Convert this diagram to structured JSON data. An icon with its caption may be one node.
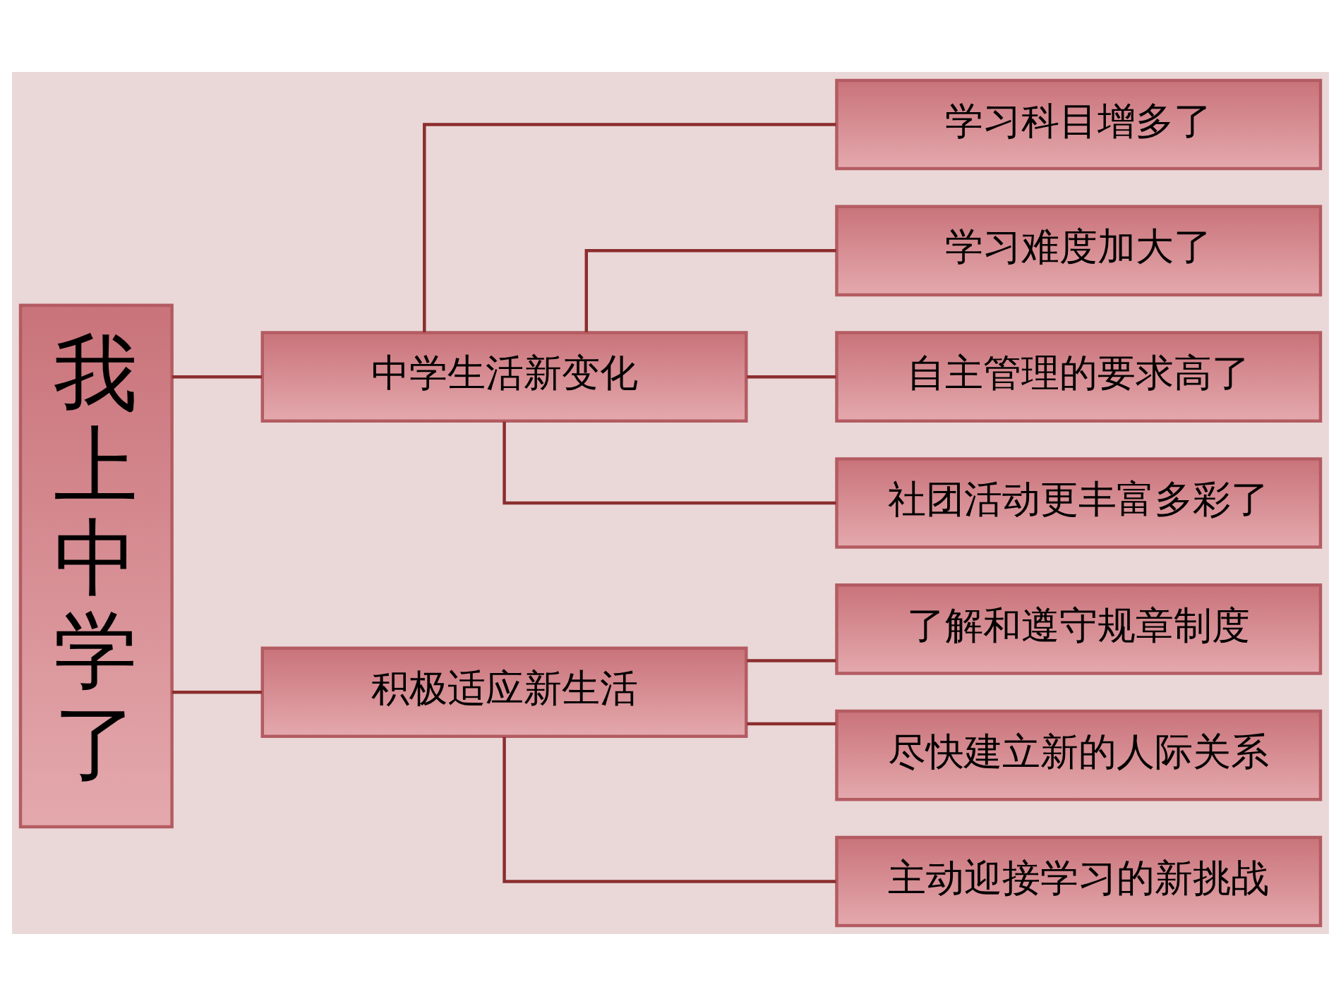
{
  "diagram": {
    "nodes": [
      {
        "text": [
          "我上中学了"
        ]
      },
      {
        "text": [
          "中学生活新变化"
        ]
      },
      {
        "text": [
          "学习科目增多了"
        ]
      },
      {
        "text": [
          "学习难度加大了"
        ]
      },
      {
        "text": [
          "自主管理的要求高了"
        ]
      },
      {
        "text": [
          "社团活动更丰富多彩了"
        ]
      },
      {
        "text": [
          "积极适应新生活"
        ]
      },
      {
        "text": [
          "了解和遵守规章制度"
        ]
      },
      {
        "text": [
          "尽快建立新的人际关系"
        ]
      },
      {
        "text": [
          "主动迎接学习的新挑战"
        ]
      }
    ],
    "edges": [
      {
        "from": 0,
        "to": 1,
        "arrow": "none"
      },
      {
        "from": 0,
        "to": 6,
        "arrow": "none"
      },
      {
        "from": 1,
        "to": 2,
        "arrow": "none"
      },
      {
        "from": 1,
        "to": 3,
        "arrow": "none"
      },
      {
        "from": 1,
        "to": 4,
        "arrow": "none"
      },
      {
        "from": 1,
        "to": 5,
        "arrow": "none"
      },
      {
        "from": 6,
        "to": 7,
        "arrow": "none"
      },
      {
        "from": 6,
        "to": 8,
        "arrow": "none"
      },
      {
        "from": 6,
        "to": 9,
        "arrow": "none"
      }
    ]
  }
}
